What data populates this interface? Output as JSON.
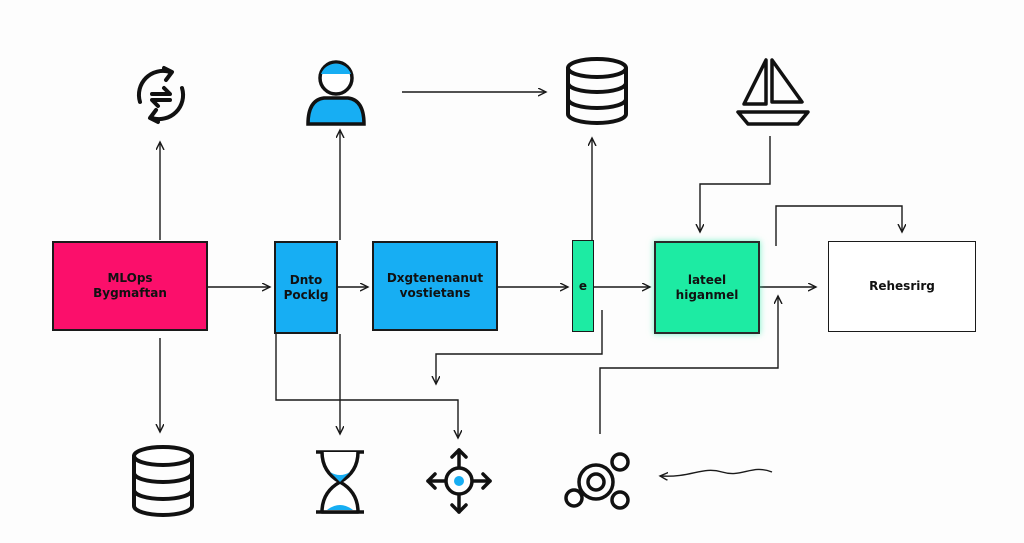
{
  "colors": {
    "pink": "#fb0f6b",
    "blue": "#17aef3",
    "green": "#1deba3",
    "white": "#ffffff",
    "ink": "#1a1a1a"
  },
  "boxes": {
    "box1": {
      "line1": "MLOps",
      "line2": "Bygmaftan"
    },
    "box2": {
      "line1": "Dnto",
      "line2": "Pocklg"
    },
    "box3": {
      "line1": "Dxgtenenanut",
      "line2": "vostietans"
    },
    "box4": {
      "line1": "e"
    },
    "box5": {
      "line1": "lateel",
      "line2": "higanmel"
    },
    "box6": {
      "line1": "Rehesrirg"
    }
  },
  "icons": {
    "top": [
      "sync-icon",
      "user-icon",
      "database-icon",
      "sailboat-icon"
    ],
    "bottom": [
      "database-icon",
      "hourglass-icon",
      "move-icon",
      "hub-icon"
    ]
  }
}
